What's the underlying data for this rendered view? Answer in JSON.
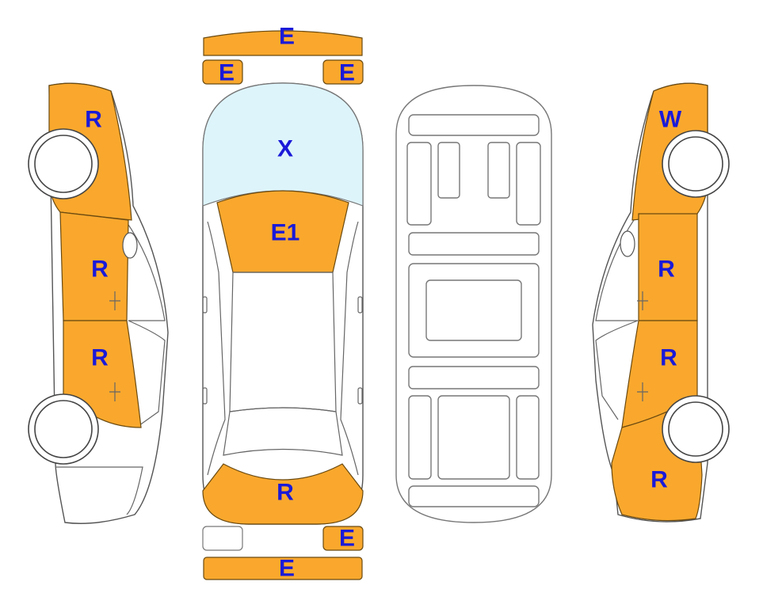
{
  "colors": {
    "damage": "#F9A82D",
    "glass": "#DDF4FB",
    "label": "#1A1AD8",
    "none": "#FFFFFF"
  },
  "panels": {
    "front_bumper": "E",
    "front_left_light": "E",
    "front_right_light": "E",
    "windshield": "X",
    "hood": "E1",
    "trunk": "R",
    "rear_left_light": "",
    "rear_right_light": "E",
    "rear_bumper": "E",
    "left_front_fender": "R",
    "left_front_door": "R",
    "left_rear_door": "R",
    "right_front_fender": "W",
    "right_front_door": "R",
    "right_rear_door": "R",
    "right_rear_quarter": "R"
  }
}
